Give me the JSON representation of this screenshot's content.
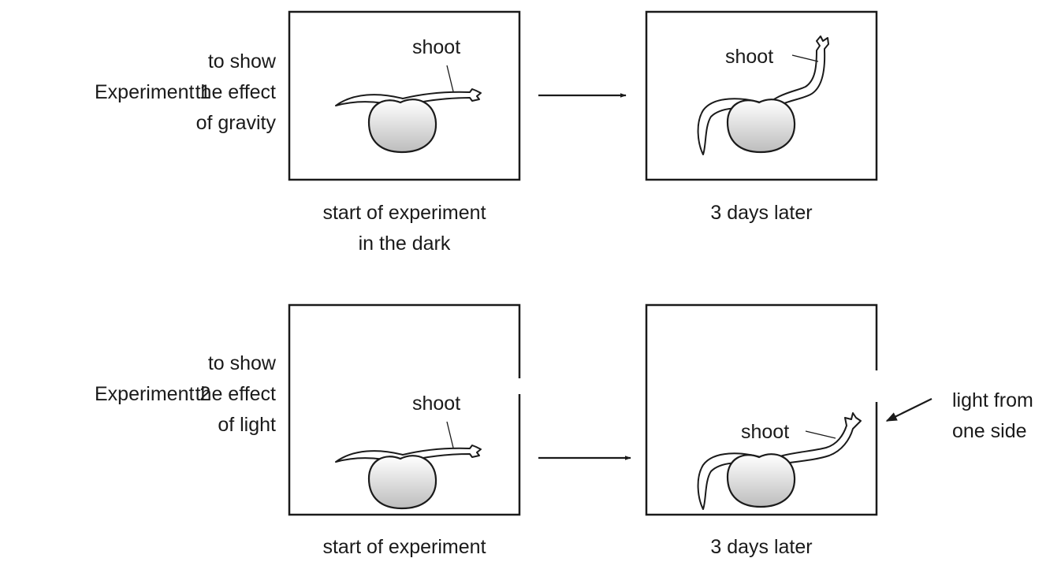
{
  "experiment1": {
    "name": "Experiment 1",
    "purpose": [
      "to show",
      "the effect",
      "of gravity"
    ],
    "start_label": [
      "start of experiment",
      "in the dark"
    ],
    "end_label": [
      "3 days later"
    ],
    "shoot_label": "shoot"
  },
  "experiment2": {
    "name": "Experiment 2",
    "purpose": [
      "to show",
      "the effect",
      "of light"
    ],
    "start_label": [
      "start of experiment"
    ],
    "end_label": [
      "3 days later"
    ],
    "shoot_label": "shoot",
    "light_label": [
      "light from",
      "one side"
    ]
  }
}
